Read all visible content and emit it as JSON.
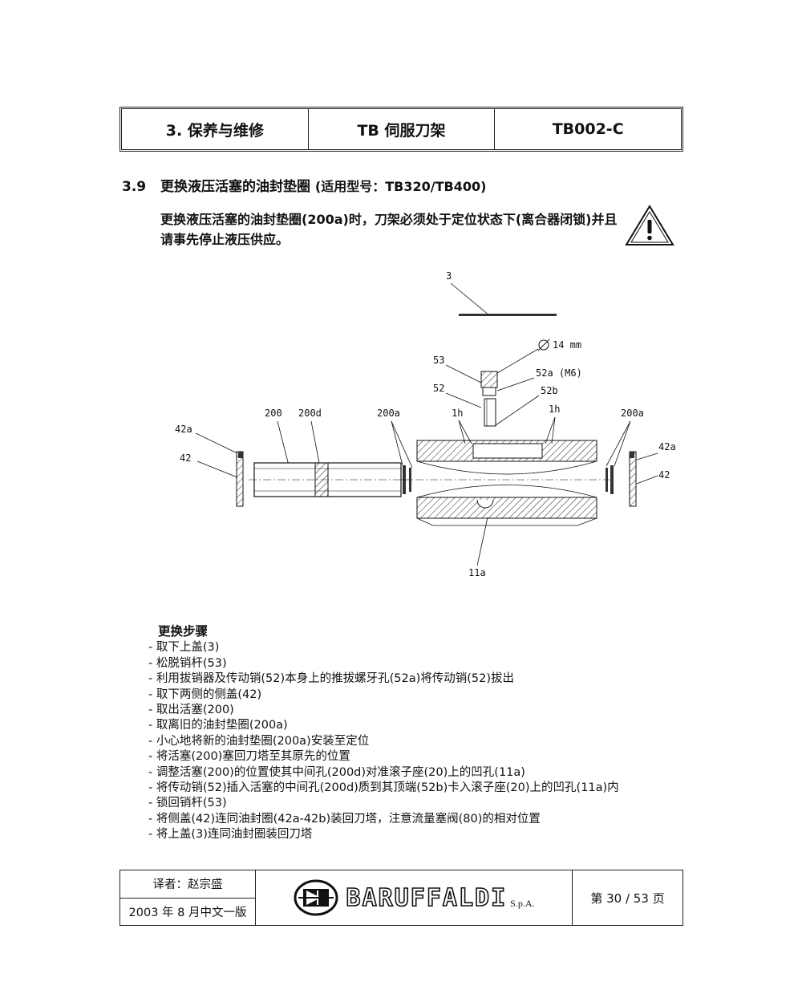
{
  "header": {
    "section": "3. 保养与维修",
    "product": "TB 伺服刀架",
    "code": "TB002-C"
  },
  "section": {
    "number": "3.9",
    "title": "更换液压活塞的油封垫圈",
    "applicable": "(适用型号：TB320/TB400)"
  },
  "warning": {
    "text": "更换液压活塞的油封垫圈(200a)时，刀架必须处于定位状态下(离合器闭锁)并且请事先停止液压供应。",
    "icon": "warning-triangle-icon"
  },
  "figure": {
    "labels": {
      "l3": "3",
      "l14": "14 mm",
      "l53": "53",
      "l52a": "52a (M6)",
      "l52": "52",
      "l52b": "52b",
      "l200": "200",
      "l200d": "200d",
      "l200a_left": "200a",
      "l1h_left": "1h",
      "l1h_right": "1h",
      "l200a_right": "200a",
      "l42a_left": "42a",
      "l42_left": "42",
      "l42a_right": "42a",
      "l42_right": "42",
      "l11a": "11a"
    }
  },
  "steps": {
    "title": "更换步骤",
    "items": [
      "取下上盖(3)",
      "松脱销杆(53)",
      "利用拔销器及传动销(52)本身上的推拔螺牙孔(52a)将传动销(52)拔出",
      "取下两侧的侧盖(42)",
      "取出活塞(200)",
      "取离旧的油封垫圈(200a)",
      "小心地将新的油封垫圈(200a)安装至定位",
      "将活塞(200)塞回刀塔至其原先的位置",
      "调整活塞(200)的位置使其中间孔(200d)对准滚子座(20)上的凹孔(11a)",
      "将传动销(52)插入活塞的中间孔(200d)质到其顶端(52b)卡入滚子座(20)上的凹孔(11a)内",
      "锁回销杆(53)",
      "将侧盖(42)连同油封圈(42a-42b)装回刀塔，注意流量塞阀(80)的相对位置",
      "将上盖(3)连同油封圈装回刀塔"
    ]
  },
  "footer": {
    "translator": "译者：赵宗盛",
    "edition": "2003 年 8 月中文一版",
    "brand": "BARUFFALDI",
    "brand_suffix": "S.p.A.",
    "page": "第 30 / 53 页",
    "logo_icon": "baruffaldi-logo-icon"
  }
}
